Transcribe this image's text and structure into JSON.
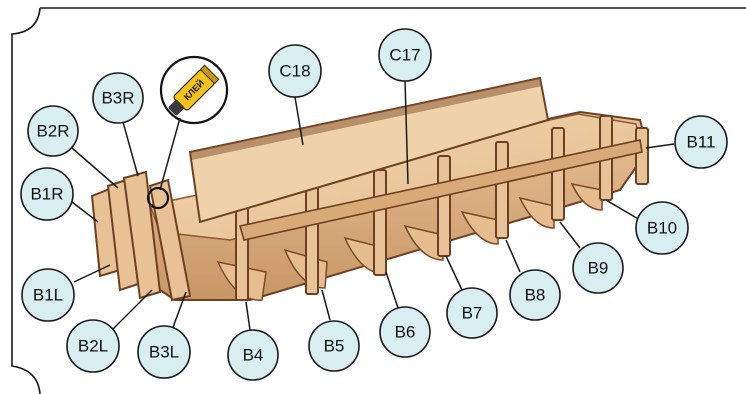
{
  "glue_tube": {
    "text": "КЛЕЙ",
    "body_color": "#f3c21b",
    "cap_color": "#3a3a3a"
  },
  "colors": {
    "bubble_fill": "#d9eef1",
    "wood_light": "#efcda4",
    "wood_mid": "#ddb184",
    "wood_dark": "#8a5a35",
    "wood_edge": "#6e4022"
  },
  "labels": {
    "c18": "C18",
    "c17": "C17",
    "b3r": "B3R",
    "b2r": "B2R",
    "b1r": "B1R",
    "b1l": "B1L",
    "b2l": "B2L",
    "b3l": "B3L",
    "b4": "B4",
    "b5": "B5",
    "b6": "B6",
    "b7": "B7",
    "b8": "B8",
    "b9": "B9",
    "b10": "B10",
    "b11": "B11"
  }
}
